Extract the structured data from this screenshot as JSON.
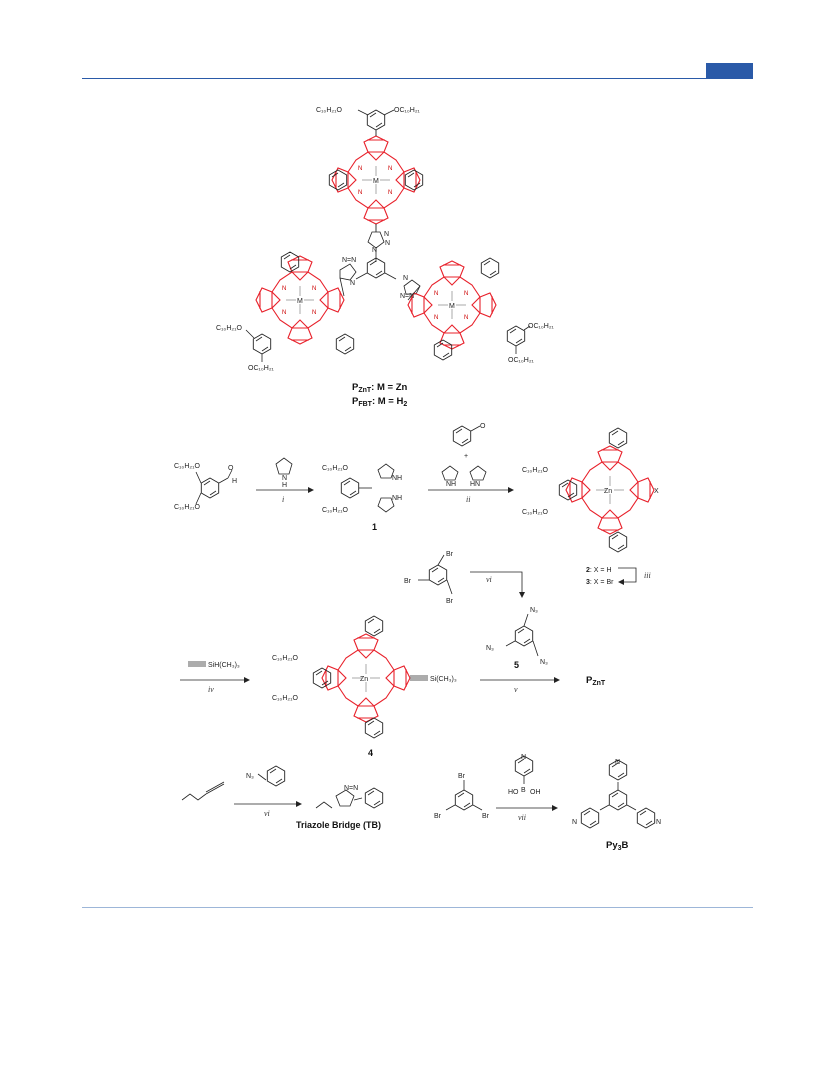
{
  "figure": {
    "colors": {
      "porphyrin": "#e8202a",
      "bond": "#222222",
      "rule": "#2a5aa8"
    },
    "trimer": {
      "substituent": "OC₁₀H₂₁",
      "substituent_left": "C₁₀H₂₁O",
      "metal": "M",
      "caption_line1": "P",
      "caption_line1_sub": "ZnT",
      "caption_line1_rest": ": M = Zn",
      "caption_line2": "P",
      "caption_line2_sub": "FBT",
      "caption_line2_rest": ": M = H",
      "caption_line2_sub2": "2"
    },
    "scheme": {
      "aldehyde_sub": "C₁₀H₂₁O",
      "compound1_label": "1",
      "step_i": "i",
      "step_ii": "ii",
      "step_iii": "iii",
      "step_iv": "iv",
      "step_v": "v",
      "step_vi": "vi",
      "step_vii": "vii",
      "plus": "+",
      "pyrrole_nh": "N",
      "pyrrole_h": "H",
      "nh": "NH",
      "hn": "HN",
      "x_sub": "X",
      "zn": "Zn",
      "cpd2": "2",
      "cpd2_rest": ": X = H",
      "cpd3": "3",
      "cpd3_rest": ": X = Br",
      "br": "Br",
      "n3": "N₃",
      "cpd5": "5",
      "tms_alkyne": "SiH(CH₃)₃",
      "tms_on_porph": "Si(CH₃)₃",
      "cpd4": "4",
      "product_pznt": "P",
      "product_pznt_sub": "ZnT",
      "triazole_bridge": "Triazole Bridge (TB)",
      "boronic": "HO",
      "boronic_b": "B",
      "boronic_oh": "OH",
      "py3b": "Py",
      "py3b_sub": "3",
      "py3b_rest": "B"
    }
  }
}
